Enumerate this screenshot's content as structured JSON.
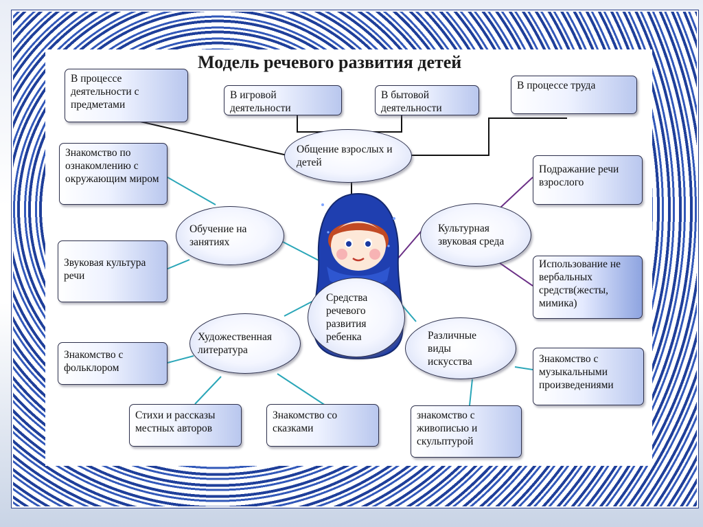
{
  "title": "Модель речевого развития детей",
  "colors": {
    "border_pattern": "#1f3f9a",
    "box_fill": "#b9c7ee",
    "line_teal": "#2aa6b8",
    "line_purple": "#6b2f86",
    "doll_blue": "#1f3fb0",
    "doll_hair": "#c24a24"
  },
  "top_boxes": {
    "objects": "В процессе деятельности с предметами",
    "play": "В игровой деятельности",
    "daily": "В бытовой деятельности",
    "labor": "В процессе труда"
  },
  "hub_communication": "Общение взрослых и детей",
  "center": "Средства речевого развития ребенка",
  "training": {
    "oval": "Обучение на занятиях",
    "box_environment": "Знакомство по ознакомлению с окружающим миром",
    "box_sound": "Звуковая культура речи"
  },
  "culture": {
    "oval": "Культурная звуковая среда",
    "box_imitation": "Подражание речи взрослого",
    "box_nonverbal": "Использование не вербальных средств(жесты, мимика)"
  },
  "literature": {
    "oval": "Художественная литература",
    "box_folklore": "Знакомство с фольклором",
    "box_local": "Стихи и рассказы местных авторов",
    "box_tales": "Знакомство со сказками"
  },
  "arts": {
    "oval": "Различные виды искусства",
    "box_music": "Знакомство с музыкальными произведениями",
    "box_painting": "знакомство с живописью и скульптурой"
  }
}
